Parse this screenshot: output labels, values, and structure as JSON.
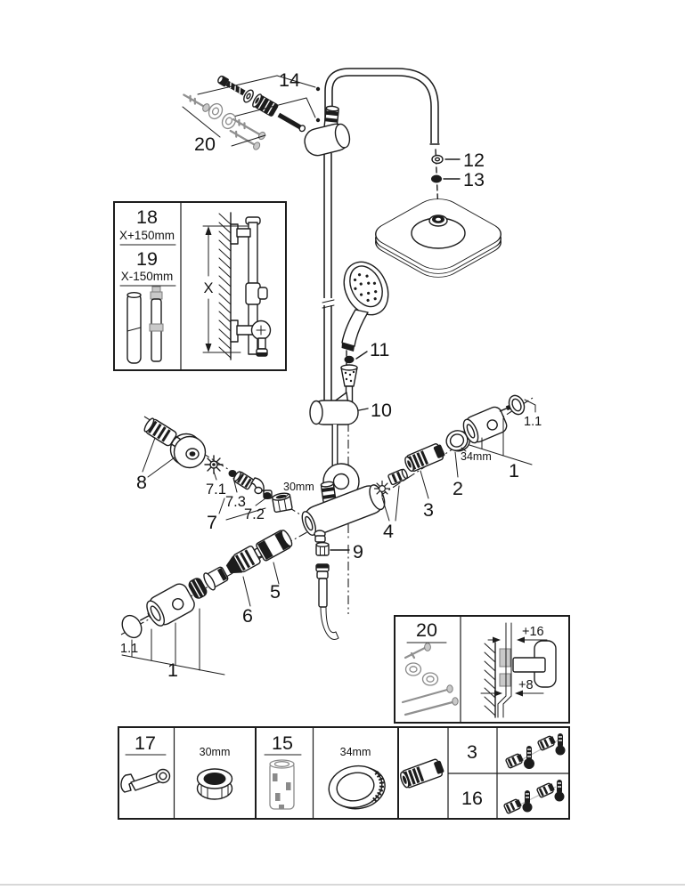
{
  "callouts": {
    "n14": "14",
    "n20_top": "20",
    "n12": "12",
    "n13": "13",
    "n11": "11",
    "n10": "10",
    "n8": "8",
    "n7_1": "7.1",
    "n7_3": "7.3",
    "n7_2": "7.2",
    "n7": "7",
    "wrench_30": "30mm",
    "n9": "9",
    "n4": "4",
    "n3": "3",
    "n2": "2",
    "ring_34": "34mm",
    "n1_right": "1",
    "n1_1_right": "1.1",
    "n5": "5",
    "n6": "6",
    "n1_left": "1",
    "n1_1_left": "1.1"
  },
  "inset_rail": {
    "n18": "18",
    "dim18": "X+150mm",
    "n19": "19",
    "dim19": "X-150mm",
    "dim_x": "X"
  },
  "inset_mount": {
    "n20": "20",
    "offset_top": "+16",
    "offset_bottom": "+8"
  },
  "legend": {
    "n17": "17",
    "size_30": "30mm",
    "n15": "15",
    "size_34": "34mm",
    "n3": "3",
    "n16": "16"
  }
}
